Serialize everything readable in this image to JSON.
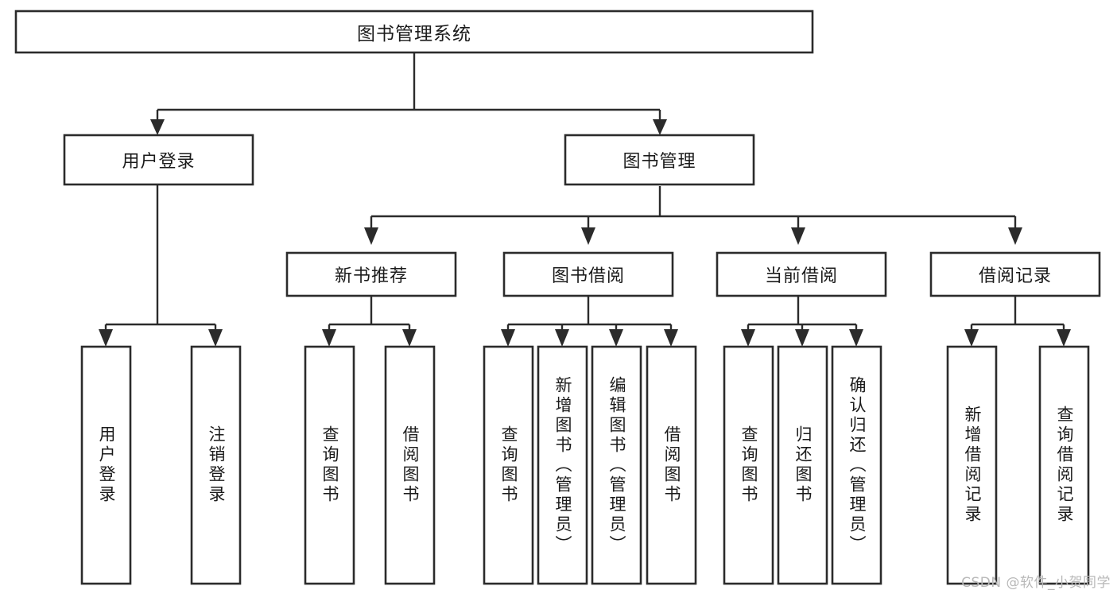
{
  "diagram": {
    "type": "tree-hierarchy-chart",
    "title": "图书管理系统",
    "orientation": "top-down",
    "colors": {
      "box_stroke": "#2b2b2b",
      "box_fill": "#ffffff",
      "connector": "#2b2b2b",
      "text": "#1b1b1b",
      "watermark": "#b8b8b8",
      "background": "#ffffff"
    },
    "root": {
      "label": "图书管理系统"
    },
    "level2": [
      {
        "id": "user-login",
        "label": "用户登录"
      },
      {
        "id": "book-management",
        "label": "图书管理"
      }
    ],
    "level3": [
      {
        "id": "new-book-recommend",
        "label": "新书推荐",
        "parent": "book-management"
      },
      {
        "id": "book-borrow",
        "label": "图书借阅",
        "parent": "book-management"
      },
      {
        "id": "current-borrow",
        "label": "当前借阅",
        "parent": "book-management"
      },
      {
        "id": "borrow-record",
        "label": "借阅记录",
        "parent": "book-management"
      }
    ],
    "leaves": {
      "user_login": [
        {
          "id": "leaf-user-login",
          "label": "用户登录"
        },
        {
          "id": "leaf-logout",
          "label": "注销登录"
        }
      ],
      "new_book_recommend": [
        {
          "id": "leaf-query-book-1",
          "label": "查询图书"
        },
        {
          "id": "leaf-borrow-book-1",
          "label": "借阅图书"
        }
      ],
      "book_borrow": [
        {
          "id": "leaf-query-book-2",
          "label": "查询图书"
        },
        {
          "id": "leaf-add-book",
          "label": "新增图书（管理员）"
        },
        {
          "id": "leaf-edit-book",
          "label": "编辑图书（管理员）"
        },
        {
          "id": "leaf-borrow-book-2",
          "label": "借阅图书"
        }
      ],
      "current_borrow": [
        {
          "id": "leaf-query-book-3",
          "label": "查询图书"
        },
        {
          "id": "leaf-return-book",
          "label": "归还图书"
        },
        {
          "id": "leaf-confirm-return",
          "label": "确认归还（管理员）"
        }
      ],
      "borrow_record": [
        {
          "id": "leaf-add-record",
          "label": "新增借阅记录"
        },
        {
          "id": "leaf-query-record",
          "label": "查询借阅记录"
        }
      ]
    }
  },
  "watermark": {
    "text": "CSDN @软件_小贺同学"
  }
}
